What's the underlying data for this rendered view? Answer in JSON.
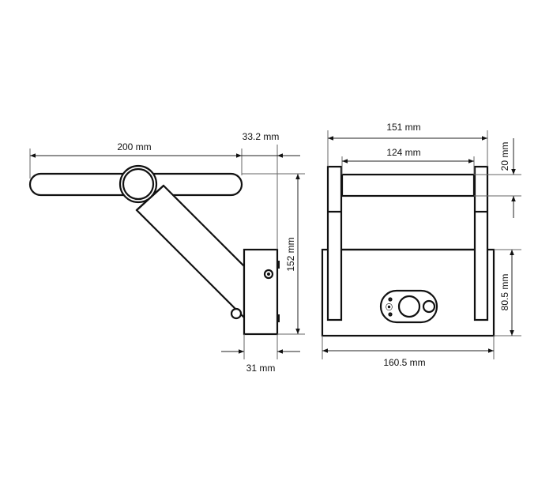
{
  "side_view": {
    "width_label": "200 mm",
    "offset_label": "33.2 mm",
    "height_label": "152 mm",
    "depth_label": "31 mm"
  },
  "front_view": {
    "outer_width_label": "151 mm",
    "inner_width_label": "124 mm",
    "bar_height_label": "20 mm",
    "base_height_label": "80.5 mm",
    "base_width_label": "160.5 mm"
  }
}
